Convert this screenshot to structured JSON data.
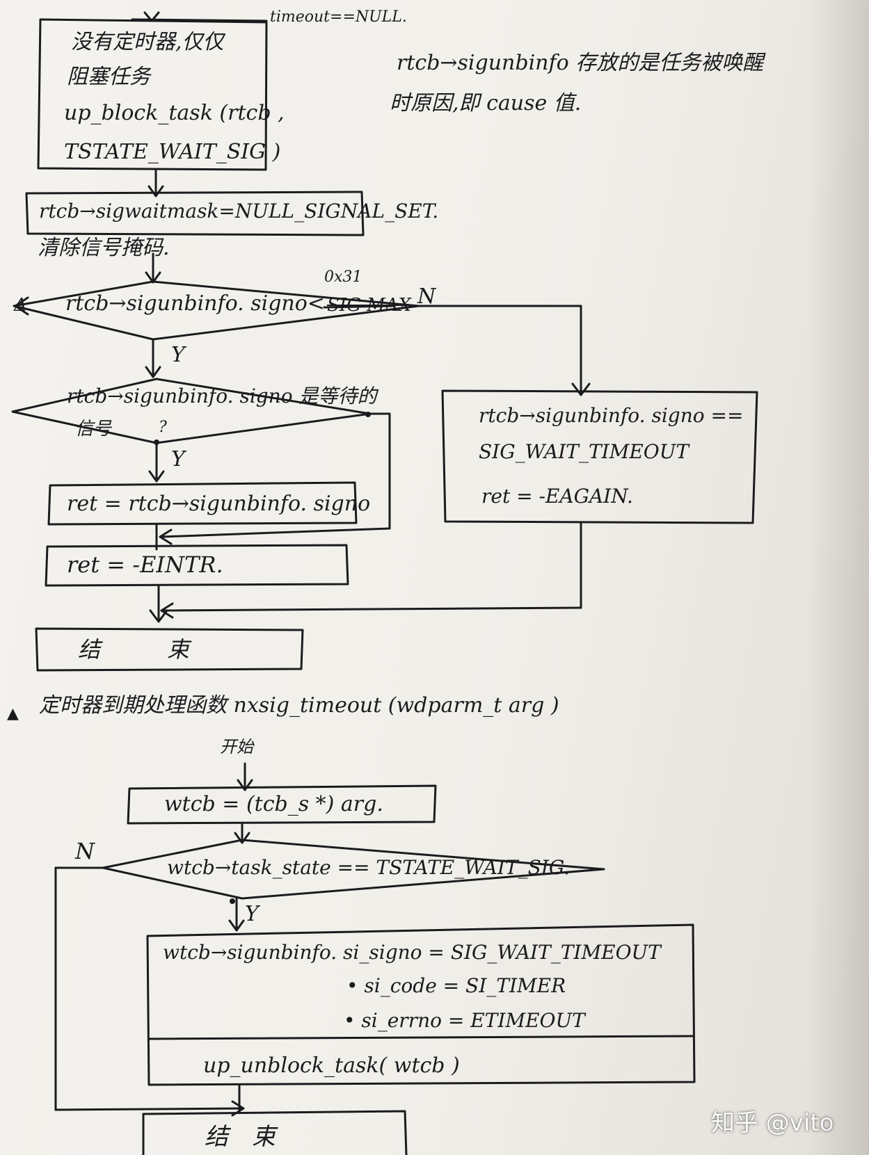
{
  "top_note": "timeout==NULL.",
  "no_timer_box": {
    "line1": "没有定时器,仅仅",
    "line2": "阻塞任务",
    "line3": "up_block_task (rtcb ,",
    "line4": "TSTATE_WAIT_SIG )"
  },
  "sigwait_box": {
    "text": "rtcb→sigwaitmask=NULL_SIGNAL_SET.",
    "caption": "清除信号掩码."
  },
  "note_right": {
    "line1": "rtcb→sigunbinfo 存放的是任务被唤醒",
    "line2": "时原因,即 cause 值."
  },
  "decision1": {
    "condition": "rtcb→sigunbinfo. signo<",
    "struck": "SIG MAX",
    "hex_note": "0x31",
    "no_label": "N",
    "left_mark": "Δ"
  },
  "decision2": {
    "condition": "rtcb→sigunbinfo. signo 是等待的",
    "condition_line2": "信号",
    "question": "?",
    "yes_label": "Y"
  },
  "yes_label_1": "Y",
  "ret_signo_box": {
    "text": "ret = rtcb→sigunbinfo. signo"
  },
  "ret_eintr_box": {
    "text": "ret = -EINTR."
  },
  "timeout_box": {
    "line1": "rtcb→sigunbinfo. signo ==",
    "line2": "SIG_WAIT_TIMEOUT",
    "line3": "ret = -EAGAIN."
  },
  "end_box_1": {
    "text": "结　　　束"
  },
  "section_heading": {
    "marker": "▲",
    "text": "定时器到期处理函数 nxsig_timeout (wdparm_t arg )"
  },
  "start_label": "开始",
  "wtcb_box": {
    "text": "wtcb = (tcb_s *) arg."
  },
  "decision3": {
    "condition": "wtcb→task_state == TSTATE_WAIT_SIG.",
    "no_label": "N",
    "yes_label": "Y"
  },
  "assign_box": {
    "line1": "wtcb→sigunbinfo. si_signo = SIG_WAIT_TIMEOUT",
    "line2": "• si_code = SI_TIMER",
    "line3": "• si_errno = ETIMEOUT"
  },
  "unblock_box": {
    "text": "up_unblock_task( wtcb )"
  },
  "end_box_2": {
    "text": "结　束"
  },
  "watermark": "知乎 @vito",
  "colors": {
    "paper": "#f2f0eb",
    "ink": "#1b1b1e",
    "watermark": "#ffffff"
  }
}
